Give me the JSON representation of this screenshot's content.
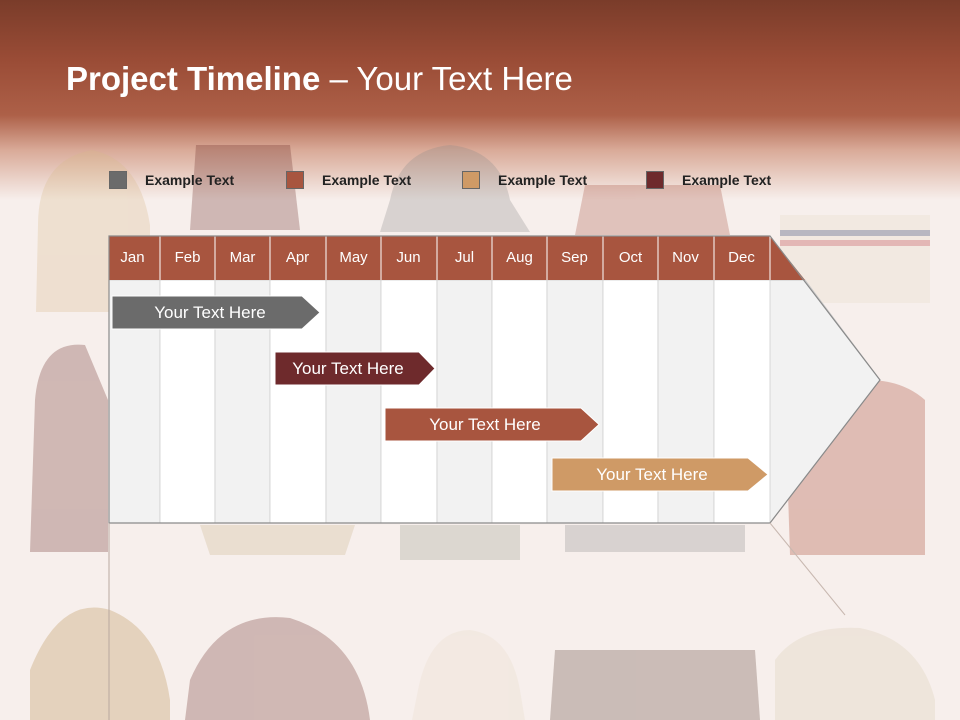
{
  "slide": {
    "title_bold": "Project Timeline",
    "title_rest": " – Your Text Here"
  },
  "legend": [
    {
      "label": "Example Text",
      "color": "#6b6b6b"
    },
    {
      "label": "Example Text",
      "color": "#a8553f"
    },
    {
      "label": "Example Text",
      "color": "#cf9a66"
    },
    {
      "label": "Example Text",
      "color": "#6e2a2c"
    }
  ],
  "months": [
    "Jan",
    "Feb",
    "Mar",
    "Apr",
    "May",
    "Jun",
    "Jul",
    "Aug",
    "Sep",
    "Oct",
    "Nov",
    "Dec"
  ],
  "tasks": [
    {
      "label": "Your  Text Here",
      "color": "#6b6b6b"
    },
    {
      "label": "Your  Text Here",
      "color": "#6e2a2c"
    },
    {
      "label": "Your  Text Here",
      "color": "#a8553f"
    },
    {
      "label": "Your  Text Here",
      "color": "#cf9a66"
    }
  ],
  "colors": {
    "header_band": "#9a4c36",
    "month_header": "#a8553f",
    "row_light": "#f2f2f2",
    "row_white": "#ffffff"
  }
}
